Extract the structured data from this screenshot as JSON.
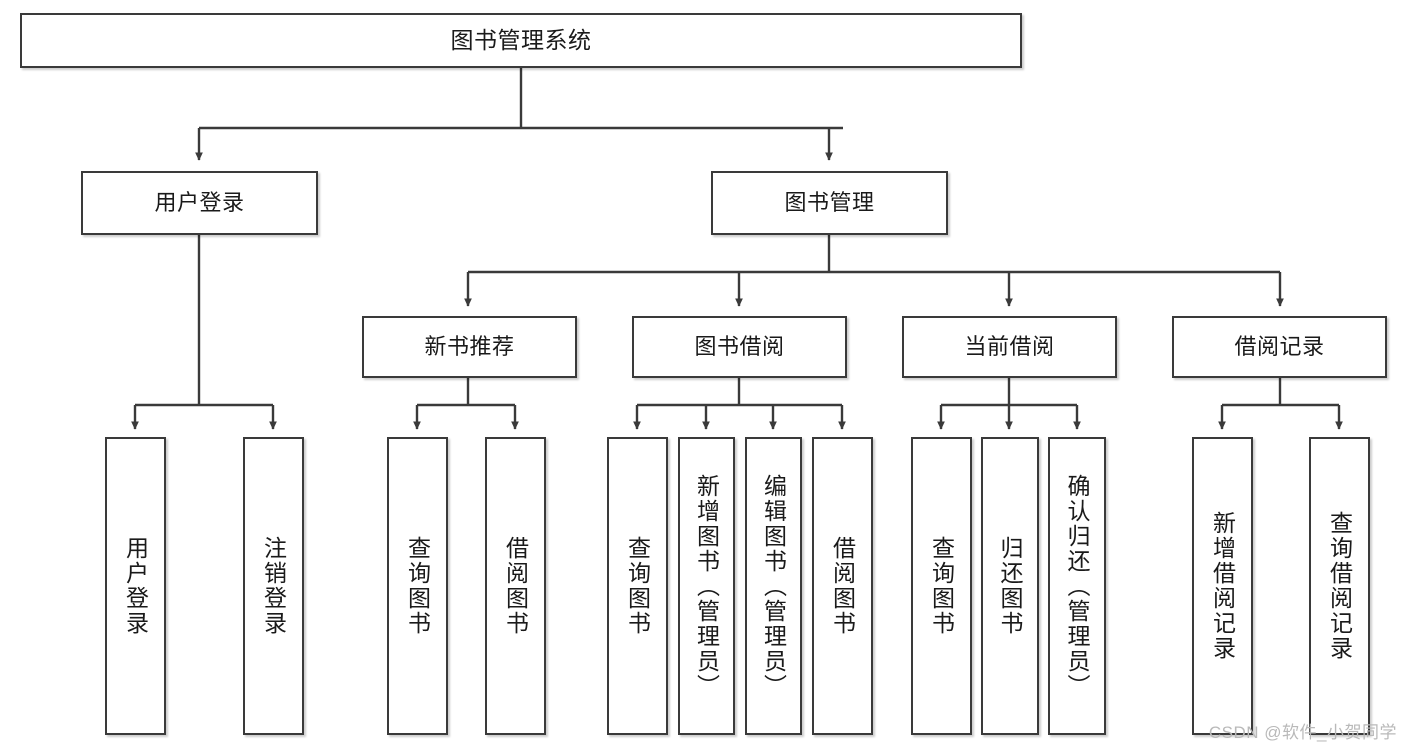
{
  "diagram": {
    "title": "图书管理系统",
    "type": "hierarchy-tree",
    "nodes": {
      "root": {
        "label": "图书管理系统"
      },
      "level2": [
        {
          "id": "user-login",
          "label": "用户登录"
        },
        {
          "id": "book-manage",
          "label": "图书管理"
        }
      ],
      "level3": [
        {
          "id": "new-book-recommend",
          "label": "新书推荐"
        },
        {
          "id": "book-borrow",
          "label": "图书借阅"
        },
        {
          "id": "current-borrow",
          "label": "当前借阅"
        },
        {
          "id": "borrow-record",
          "label": "借阅记录"
        }
      ],
      "leaves": [
        {
          "id": "leaf-user-login",
          "label": "用户登录",
          "parent": "user-login"
        },
        {
          "id": "leaf-logout-login",
          "label": "注销登录",
          "parent": "user-login"
        },
        {
          "id": "leaf-query-book-1",
          "label": "查询图书",
          "parent": "new-book-recommend"
        },
        {
          "id": "leaf-borrow-book-1",
          "label": "借阅图书",
          "parent": "new-book-recommend"
        },
        {
          "id": "leaf-query-book-2",
          "label": "查询图书",
          "parent": "book-borrow"
        },
        {
          "id": "leaf-add-book",
          "label": "新增图书（管理员）",
          "parent": "book-borrow"
        },
        {
          "id": "leaf-edit-book",
          "label": "编辑图书（管理员）",
          "parent": "book-borrow"
        },
        {
          "id": "leaf-borrow-book-2",
          "label": "借阅图书",
          "parent": "book-borrow"
        },
        {
          "id": "leaf-query-book-3",
          "label": "查询图书",
          "parent": "current-borrow"
        },
        {
          "id": "leaf-return-book",
          "label": "归还图书",
          "parent": "current-borrow"
        },
        {
          "id": "leaf-confirm-return",
          "label": "确认归还（管理员）",
          "parent": "current-borrow"
        },
        {
          "id": "leaf-add-record",
          "label": "新增借阅记录",
          "parent": "borrow-record"
        },
        {
          "id": "leaf-query-record",
          "label": "查询借阅记录",
          "parent": "borrow-record"
        }
      ]
    },
    "colors": {
      "border": "#3a3a3a",
      "background": "#ffffff",
      "text": "#1a1a1a",
      "connector": "#3a3a3a",
      "watermark": "#b9b9b9"
    }
  },
  "watermark": {
    "text": "CSDN @软件_小贺同学"
  }
}
